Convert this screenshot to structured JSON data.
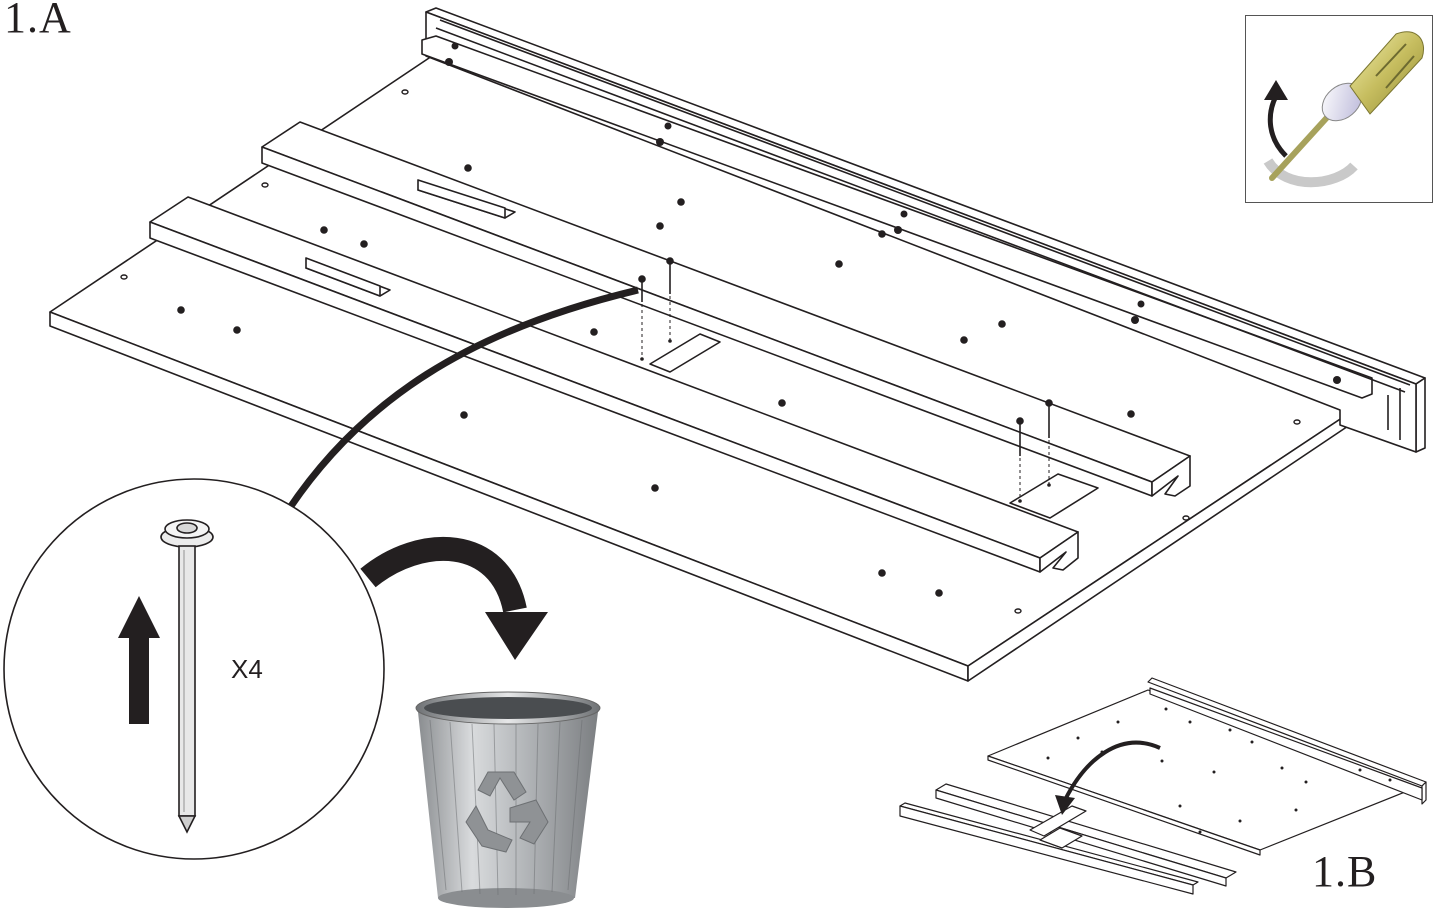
{
  "steps": {
    "main_label": "1.A",
    "secondary_label": "1.B"
  },
  "detail": {
    "quantity": "X4",
    "part": "screw-icon"
  },
  "icons": {
    "tool": "screwdriver-icon",
    "discard": "recycle-bin-icon",
    "remove": "up-arrow-icon"
  },
  "colors": {
    "line": "#231f20",
    "tool_handle": "#c8c070",
    "bin_metal": "#a9acae"
  }
}
